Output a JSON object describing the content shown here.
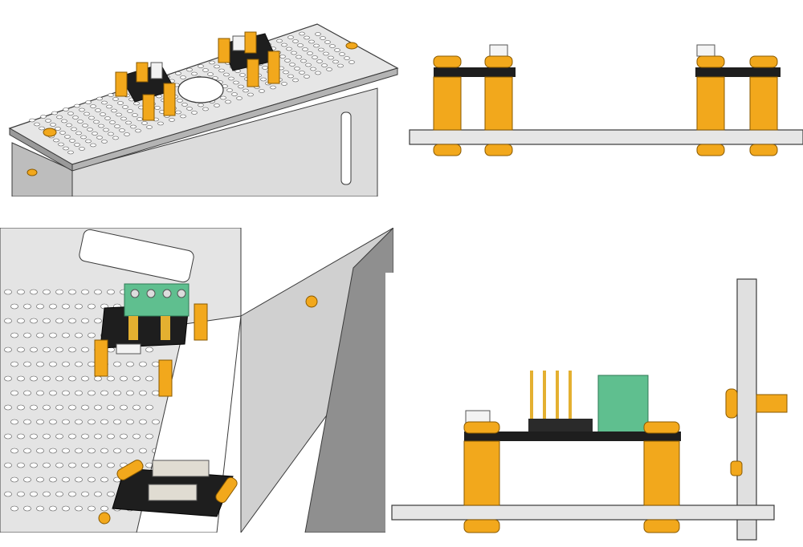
{
  "colors": {
    "background": "#ffffff",
    "plate_light": "#e3e3e3",
    "plate_mid": "#c9c9c9",
    "plate_dark": "#8f8f8f",
    "plate_side": "#a9a9a9",
    "plate_edge": "#3a3a3a",
    "standoff": "#f2a81c",
    "standoff_shade": "#c98509",
    "pcb": "#1e1e1e",
    "terminal_block": "#5fbf8f",
    "terminal_shade": "#3e9a6d",
    "pin_gold": "#e4b030",
    "connector": "#f3f3f3"
  },
  "panels": [
    {
      "id": "iso-top",
      "view": "isometric",
      "subject": "perforated-mount-plate-with-two-boards"
    },
    {
      "id": "side-top",
      "view": "orthographic-side",
      "subject": "two-boards-on-standoffs"
    },
    {
      "id": "iso-bottom",
      "view": "isometric",
      "subject": "chassis-with-terminal-block-board"
    },
    {
      "id": "side-bottom",
      "view": "orthographic-side",
      "subject": "terminal-block-board-on-standoffs"
    }
  ]
}
